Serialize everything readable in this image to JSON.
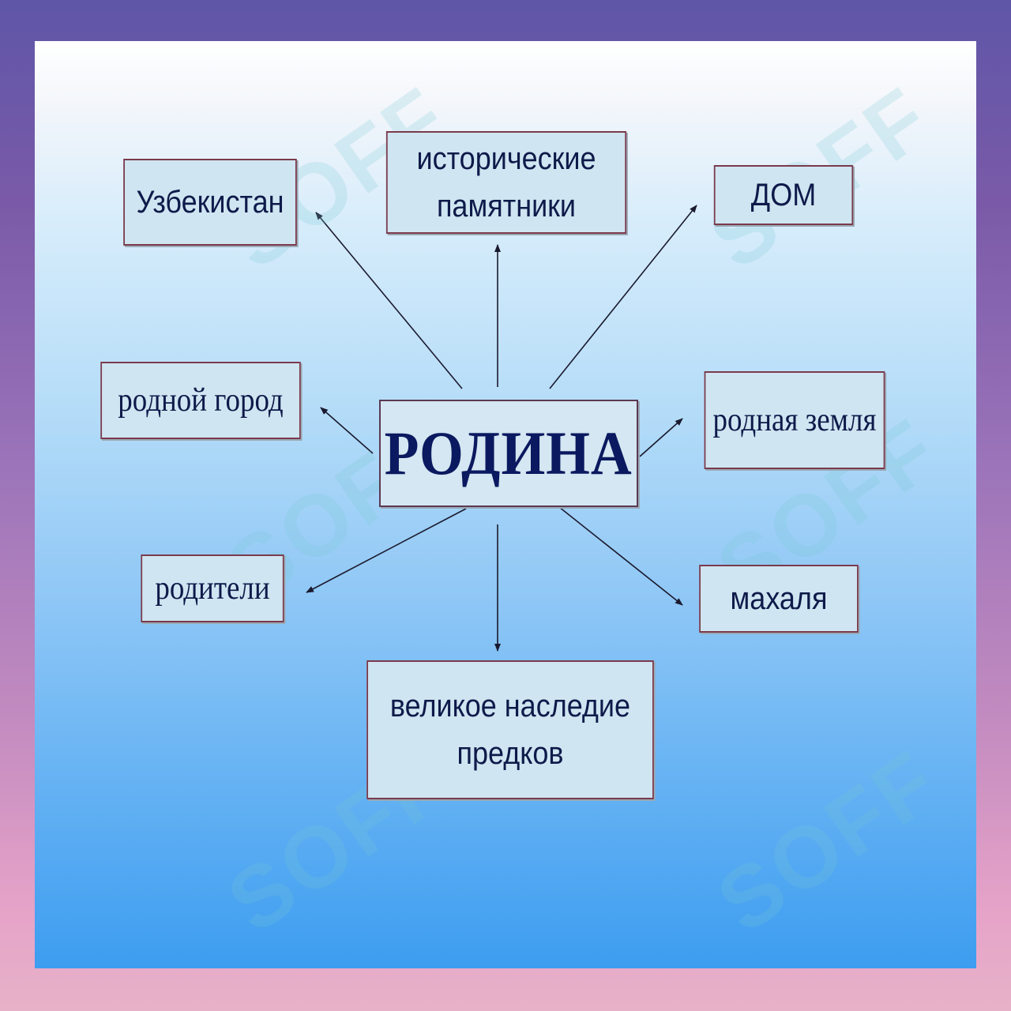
{
  "diagram": {
    "center": "РОДИНА",
    "nodes": {
      "uzbekistan": "Узбекистан",
      "monuments": "исторические\nпамятники",
      "home": "ДОМ",
      "hometown": "родной город",
      "native_land": "родная земля",
      "parents": "родители",
      "mahalla": "махаля",
      "heritage": "великое наследие\nпредков"
    }
  },
  "watermark": "SOFF",
  "colors": {
    "frame_top": "#5f56a8",
    "frame_bottom": "#e7b2c8",
    "box_fill": "#cfe5f1",
    "box_border": "#7b3a4c",
    "text": "#0e1a4a"
  }
}
